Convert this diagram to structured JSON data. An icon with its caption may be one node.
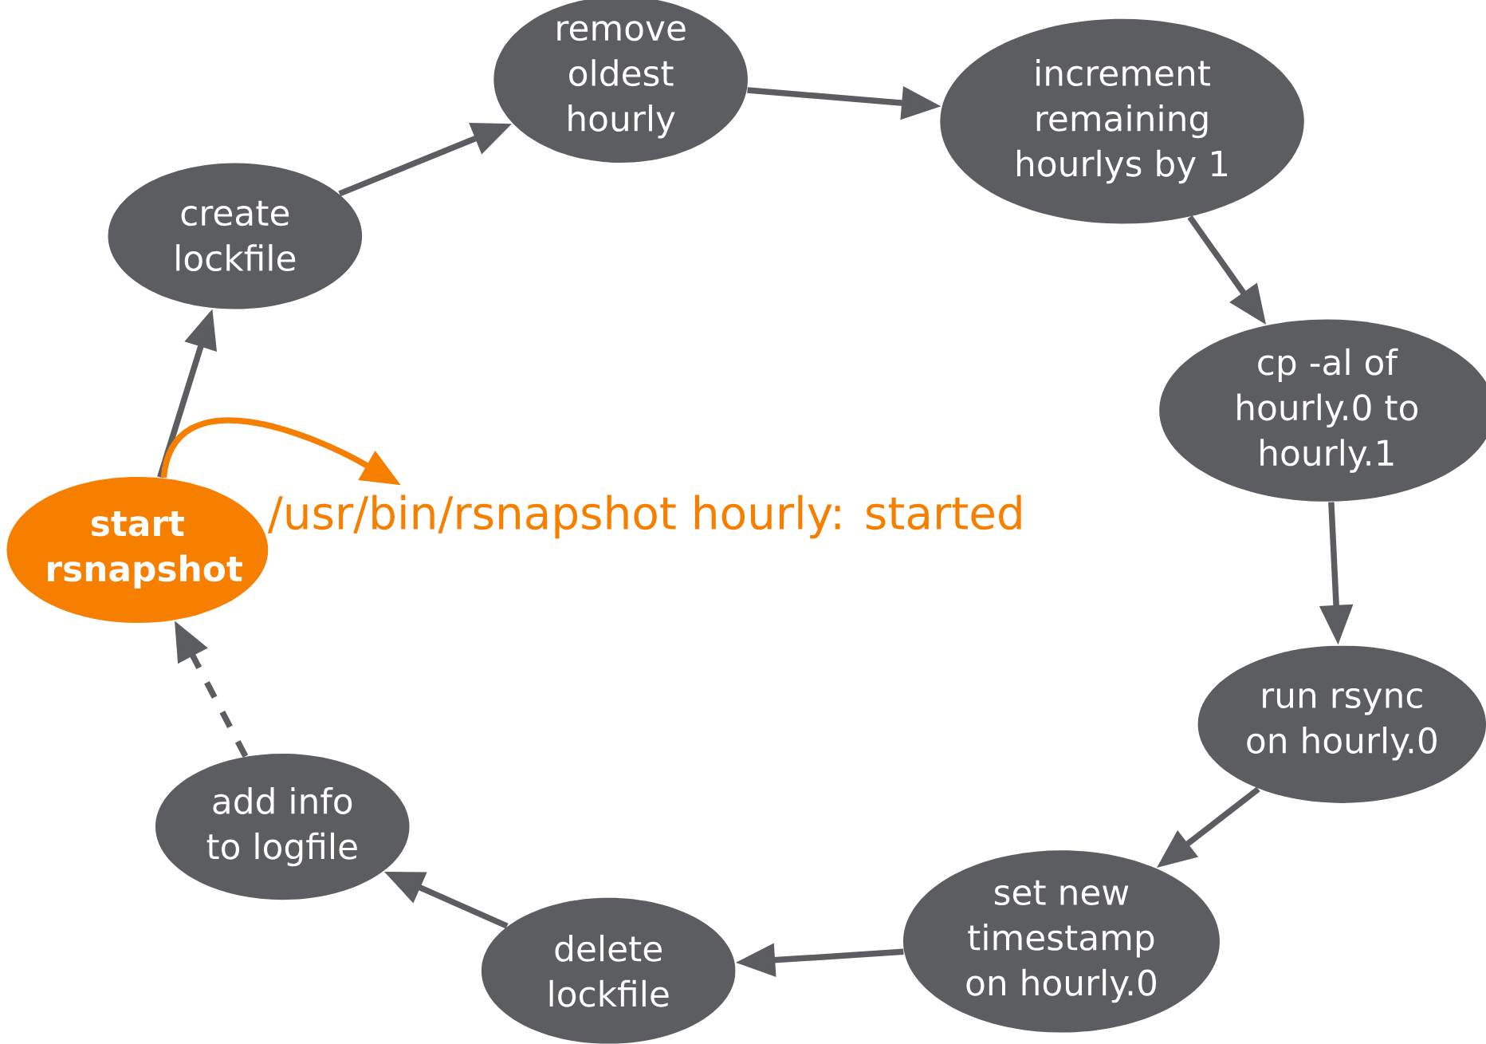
{
  "diagram": {
    "nodes": [
      {
        "text": [
          "start rsnapshot"
        ]
      },
      {
        "text": [
          "create lockfile"
        ]
      },
      {
        "text": [
          "remove oldest hourly"
        ]
      },
      {
        "text": [
          "increment remaining hourlys by 1"
        ]
      },
      {
        "text": [
          "cp -al of hourly.0 to hourly.1"
        ]
      },
      {
        "text": [
          "run rsync on hourly.0"
        ]
      },
      {
        "text": [
          "set new timestamp on hourly.0"
        ]
      },
      {
        "text": [
          "delete lockfile"
        ]
      },
      {
        "text": [
          "add info to logfile"
        ]
      },
      {
        "text": [
          "/usr/bin/rsnapshot hourly: started"
        ]
      }
    ],
    "edges": [
      {
        "from": 0,
        "to": 1,
        "arrow": "to"
      },
      {
        "from": 1,
        "to": 2,
        "arrow": "to"
      },
      {
        "from": 2,
        "to": 3,
        "arrow": "to"
      },
      {
        "from": 3,
        "to": 4,
        "arrow": "to"
      },
      {
        "from": 4,
        "to": 5,
        "arrow": "to"
      },
      {
        "from": 5,
        "to": 6,
        "arrow": "to"
      },
      {
        "from": 6,
        "to": 7,
        "arrow": "to"
      },
      {
        "from": 7,
        "to": 8,
        "arrow": "to"
      },
      {
        "from": 8,
        "to": 0,
        "arrow": "to",
        "style": "dashed"
      },
      {
        "from": 0,
        "to": 9,
        "arrow": "to",
        "color": "#f77f00"
      }
    ]
  }
}
